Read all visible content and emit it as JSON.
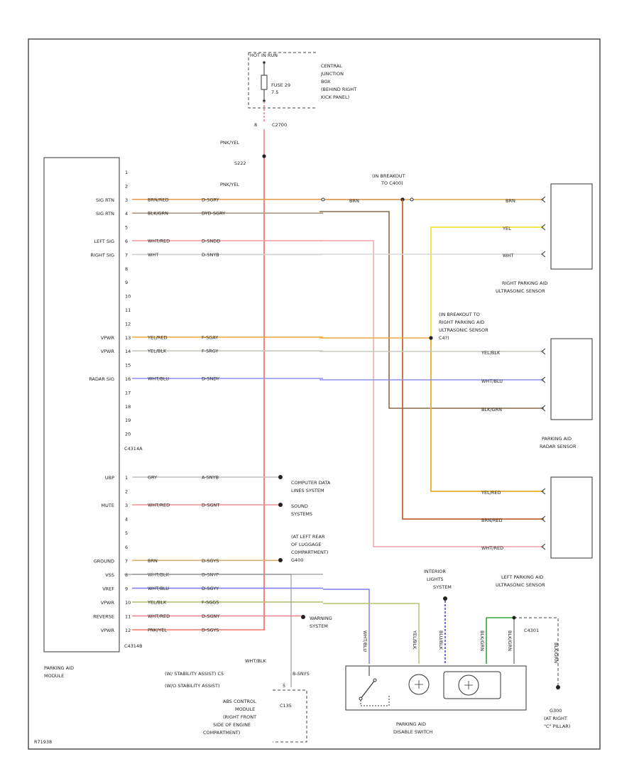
{
  "fuse_box": {
    "hot_label": "HOT IN RUN",
    "fuse_label": "FUSE 29",
    "fuse_amp": "7.5",
    "location_lines": [
      "CENTRAL",
      "JUNCTION",
      "BOX",
      "(BEHIND RIGHT",
      "KICK PANEL)"
    ],
    "connector_pin": "8",
    "connector": "C2700",
    "wire_color": "PNK/YEL",
    "splice": "S222",
    "wire_color_2": "PNK/YEL"
  },
  "module": {
    "name_lines": [
      "PARKING AID",
      "MODULE"
    ],
    "connector_a": "C4314A",
    "connector_b": "C4314B",
    "pins_a": [
      "1",
      "2",
      "3",
      "4",
      "5",
      "6",
      "7",
      "8",
      "9",
      "10",
      "11",
      "12",
      "13",
      "14",
      "15",
      "16",
      "17",
      "18",
      "19",
      "20"
    ],
    "pins_b": [
      "1",
      "2",
      "3",
      "4",
      "5",
      "6",
      "7",
      "8",
      "9",
      "10",
      "11",
      "12"
    ],
    "pin_labels": [
      {
        "pin": "3",
        "side": "A",
        "text": "SIG RTN"
      },
      {
        "pin": "4",
        "side": "A",
        "text": "SIG RTN"
      },
      {
        "pin": "6",
        "side": "A",
        "text": "LEFT SIG"
      },
      {
        "pin": "7",
        "side": "A",
        "text": "RIGHT SIG"
      },
      {
        "pin": "13",
        "side": "A",
        "text": "VPWR"
      },
      {
        "pin": "14",
        "side": "A",
        "text": "VPWR"
      },
      {
        "pin": "16",
        "side": "A",
        "text": "RADAR SIG"
      },
      {
        "pin": "1",
        "side": "B",
        "text": "UBP"
      },
      {
        "pin": "3",
        "side": "B",
        "text": "MUTE"
      },
      {
        "pin": "7",
        "side": "B",
        "text": "GROUND"
      },
      {
        "pin": "8",
        "side": "B",
        "text": "VSS"
      },
      {
        "pin": "9",
        "side": "B",
        "text": "VREF"
      },
      {
        "pin": "10",
        "side": "B",
        "text": "VPWR"
      },
      {
        "pin": "11",
        "side": "B",
        "text": "REVERSE"
      },
      {
        "pin": "12",
        "side": "B",
        "text": "VPWR"
      }
    ]
  },
  "wires": [
    {
      "id": "a3",
      "color": "BRN/RED",
      "circuit": "D-SGRY"
    },
    {
      "id": "a4",
      "color": "BLK/GRN",
      "circuit": "DYD-SGRY"
    },
    {
      "id": "a6",
      "color": "WHT/RED",
      "circuit": "D-SNDD"
    },
    {
      "id": "a7",
      "color": "WHT",
      "circuit": "D-SNYB"
    },
    {
      "id": "a13",
      "color": "YEL/RED",
      "circuit": "F-SGAY"
    },
    {
      "id": "a14",
      "color": "YEL/BLK",
      "circuit": "F-SRGY"
    },
    {
      "id": "a16",
      "color": "WHT/BLU",
      "circuit": "D-SNDY"
    },
    {
      "id": "b1",
      "color": "GRY",
      "circuit": "A-SNYB"
    },
    {
      "id": "b3",
      "color": "WHT/RED",
      "circuit": "D-SGNT"
    },
    {
      "id": "b7",
      "color": "BRN",
      "circuit": "D-SGYS"
    },
    {
      "id": "b8",
      "color": "WHT/BLK",
      "circuit": "D-SNYP"
    },
    {
      "id": "b9",
      "color": "WHT/BLU",
      "circuit": "D-SGYY"
    },
    {
      "id": "b10",
      "color": "YEL/BLK",
      "circuit": "F-SGGS"
    },
    {
      "id": "b11",
      "color": "WHT/RED",
      "circuit": "D-SGNY"
    },
    {
      "id": "b12",
      "color": "PNK/YEL",
      "circuit": "D-SGYS"
    }
  ],
  "right_wire_labels": {
    "brn": "BRN",
    "brn2": "BRN",
    "yel": "YEL",
    "wht": "WHT",
    "yel_blk": "YEL/BLK",
    "wht_blu": "WHT/BLU",
    "blk_grn": "BLK/GRN",
    "yel_red": "YEL/RED",
    "brn_red": "BRN/RED",
    "wht_red": "WHT/RED"
  },
  "breakouts": {
    "top_lines": [
      "(IN BREAKOUT",
      "TO C400)"
    ],
    "mid_lines": [
      "(IN BREAKOUT TO",
      "RIGHT PARKING AID",
      "ULTRASONIC SENSOR",
      "C4?)"
    ]
  },
  "sensors": {
    "right_lines": [
      "RIGHT PARKING AID",
      "ULTRASONIC SENSOR"
    ],
    "radar_lines": [
      "PARKING AID",
      "RADAR SENSOR"
    ],
    "left_lines": [
      "LEFT PARKING AID",
      "ULTRASONIC SENSOR"
    ]
  },
  "systems": {
    "computer": [
      "COMPUTER DATA",
      "LINES SYSTEM"
    ],
    "sound": [
      "SOUND",
      "SYSTEMS"
    ],
    "ground": [
      "(AT LEFT REAR",
      "OF LUGGAGE",
      "COMPARTMENT)",
      "G400"
    ],
    "warning": [
      "WARNING",
      "SYSTEM"
    ],
    "interior": [
      "INTERIOR",
      "LIGHTS",
      "SYSTEM"
    ]
  },
  "abs": {
    "wire": "WHT/BLK",
    "circuit": "B-SNYS",
    "rows": [
      "(W/ STABILITY ASSIST) C5",
      "(W/O STABILITY ASSIST)"
    ],
    "pin": "5",
    "module_lines": [
      "ABS CONTROL",
      "MODULE",
      "(RIGHT FRONT",
      "SIDE OF ENGINE",
      "COMPARTMENT)"
    ],
    "connector": "C135"
  },
  "switch": {
    "name_lines": [
      "PARKING AID",
      "DISABLE SWITCH"
    ],
    "vert_labels": [
      "WHT/BLU",
      "YEL/BLK",
      "BLU/BLK",
      "BLK/GRN",
      "BLK/GRN"
    ],
    "connector": "C4301",
    "ground": "G300",
    "ground_lines": [
      "(AT RIGHT",
      "\"C\" PILLAR)"
    ],
    "pillar_wire": "BLK/GRN"
  },
  "footer_code": "R71938"
}
